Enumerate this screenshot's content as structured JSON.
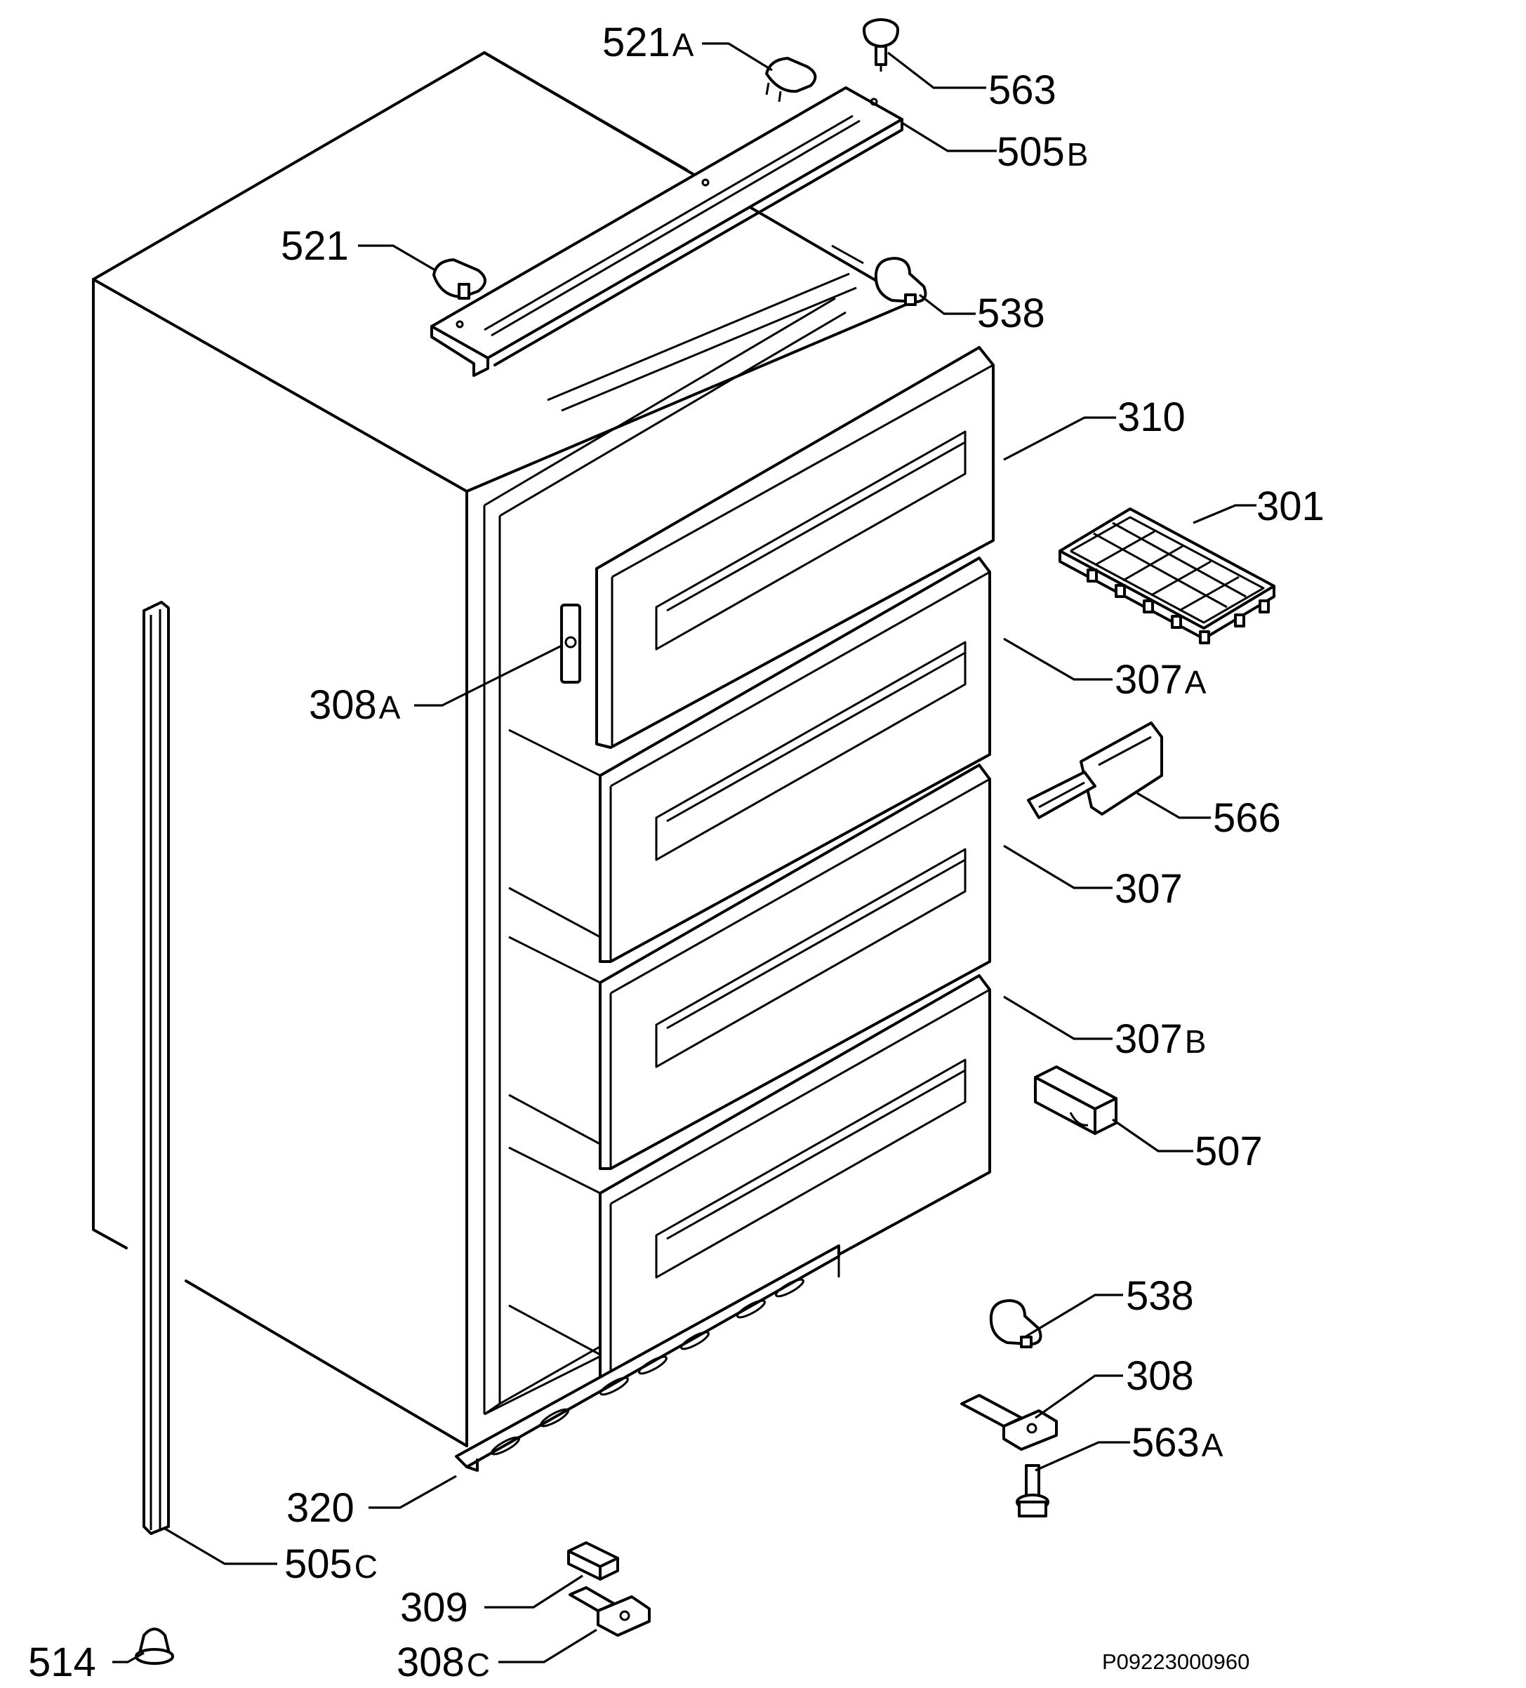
{
  "labels": [
    {
      "id": "521A",
      "num": "521",
      "suffix": "A"
    },
    {
      "id": "563",
      "num": "563",
      "suffix": ""
    },
    {
      "id": "505B",
      "num": "505",
      "suffix": "B"
    },
    {
      "id": "521",
      "num": "521",
      "suffix": ""
    },
    {
      "id": "538-top",
      "num": "538",
      "suffix": ""
    },
    {
      "id": "310",
      "num": "310",
      "suffix": ""
    },
    {
      "id": "301",
      "num": "301",
      "suffix": ""
    },
    {
      "id": "308A",
      "num": "308",
      "suffix": "A"
    },
    {
      "id": "307A",
      "num": "307",
      "suffix": "A"
    },
    {
      "id": "566",
      "num": "566",
      "suffix": ""
    },
    {
      "id": "307",
      "num": "307",
      "suffix": ""
    },
    {
      "id": "307B",
      "num": "307",
      "suffix": "B"
    },
    {
      "id": "507",
      "num": "507",
      "suffix": ""
    },
    {
      "id": "538-bottom",
      "num": "538",
      "suffix": ""
    },
    {
      "id": "308",
      "num": "308",
      "suffix": ""
    },
    {
      "id": "563A",
      "num": "563",
      "suffix": "A"
    },
    {
      "id": "320",
      "num": "320",
      "suffix": ""
    },
    {
      "id": "505C",
      "num": "505",
      "suffix": "C"
    },
    {
      "id": "309",
      "num": "309",
      "suffix": ""
    },
    {
      "id": "308C",
      "num": "308",
      "suffix": "C"
    },
    {
      "id": "514",
      "num": "514",
      "suffix": ""
    }
  ],
  "drawing_code": "P09223000960",
  "colors": {
    "line": "#000000",
    "background": "#ffffff"
  }
}
